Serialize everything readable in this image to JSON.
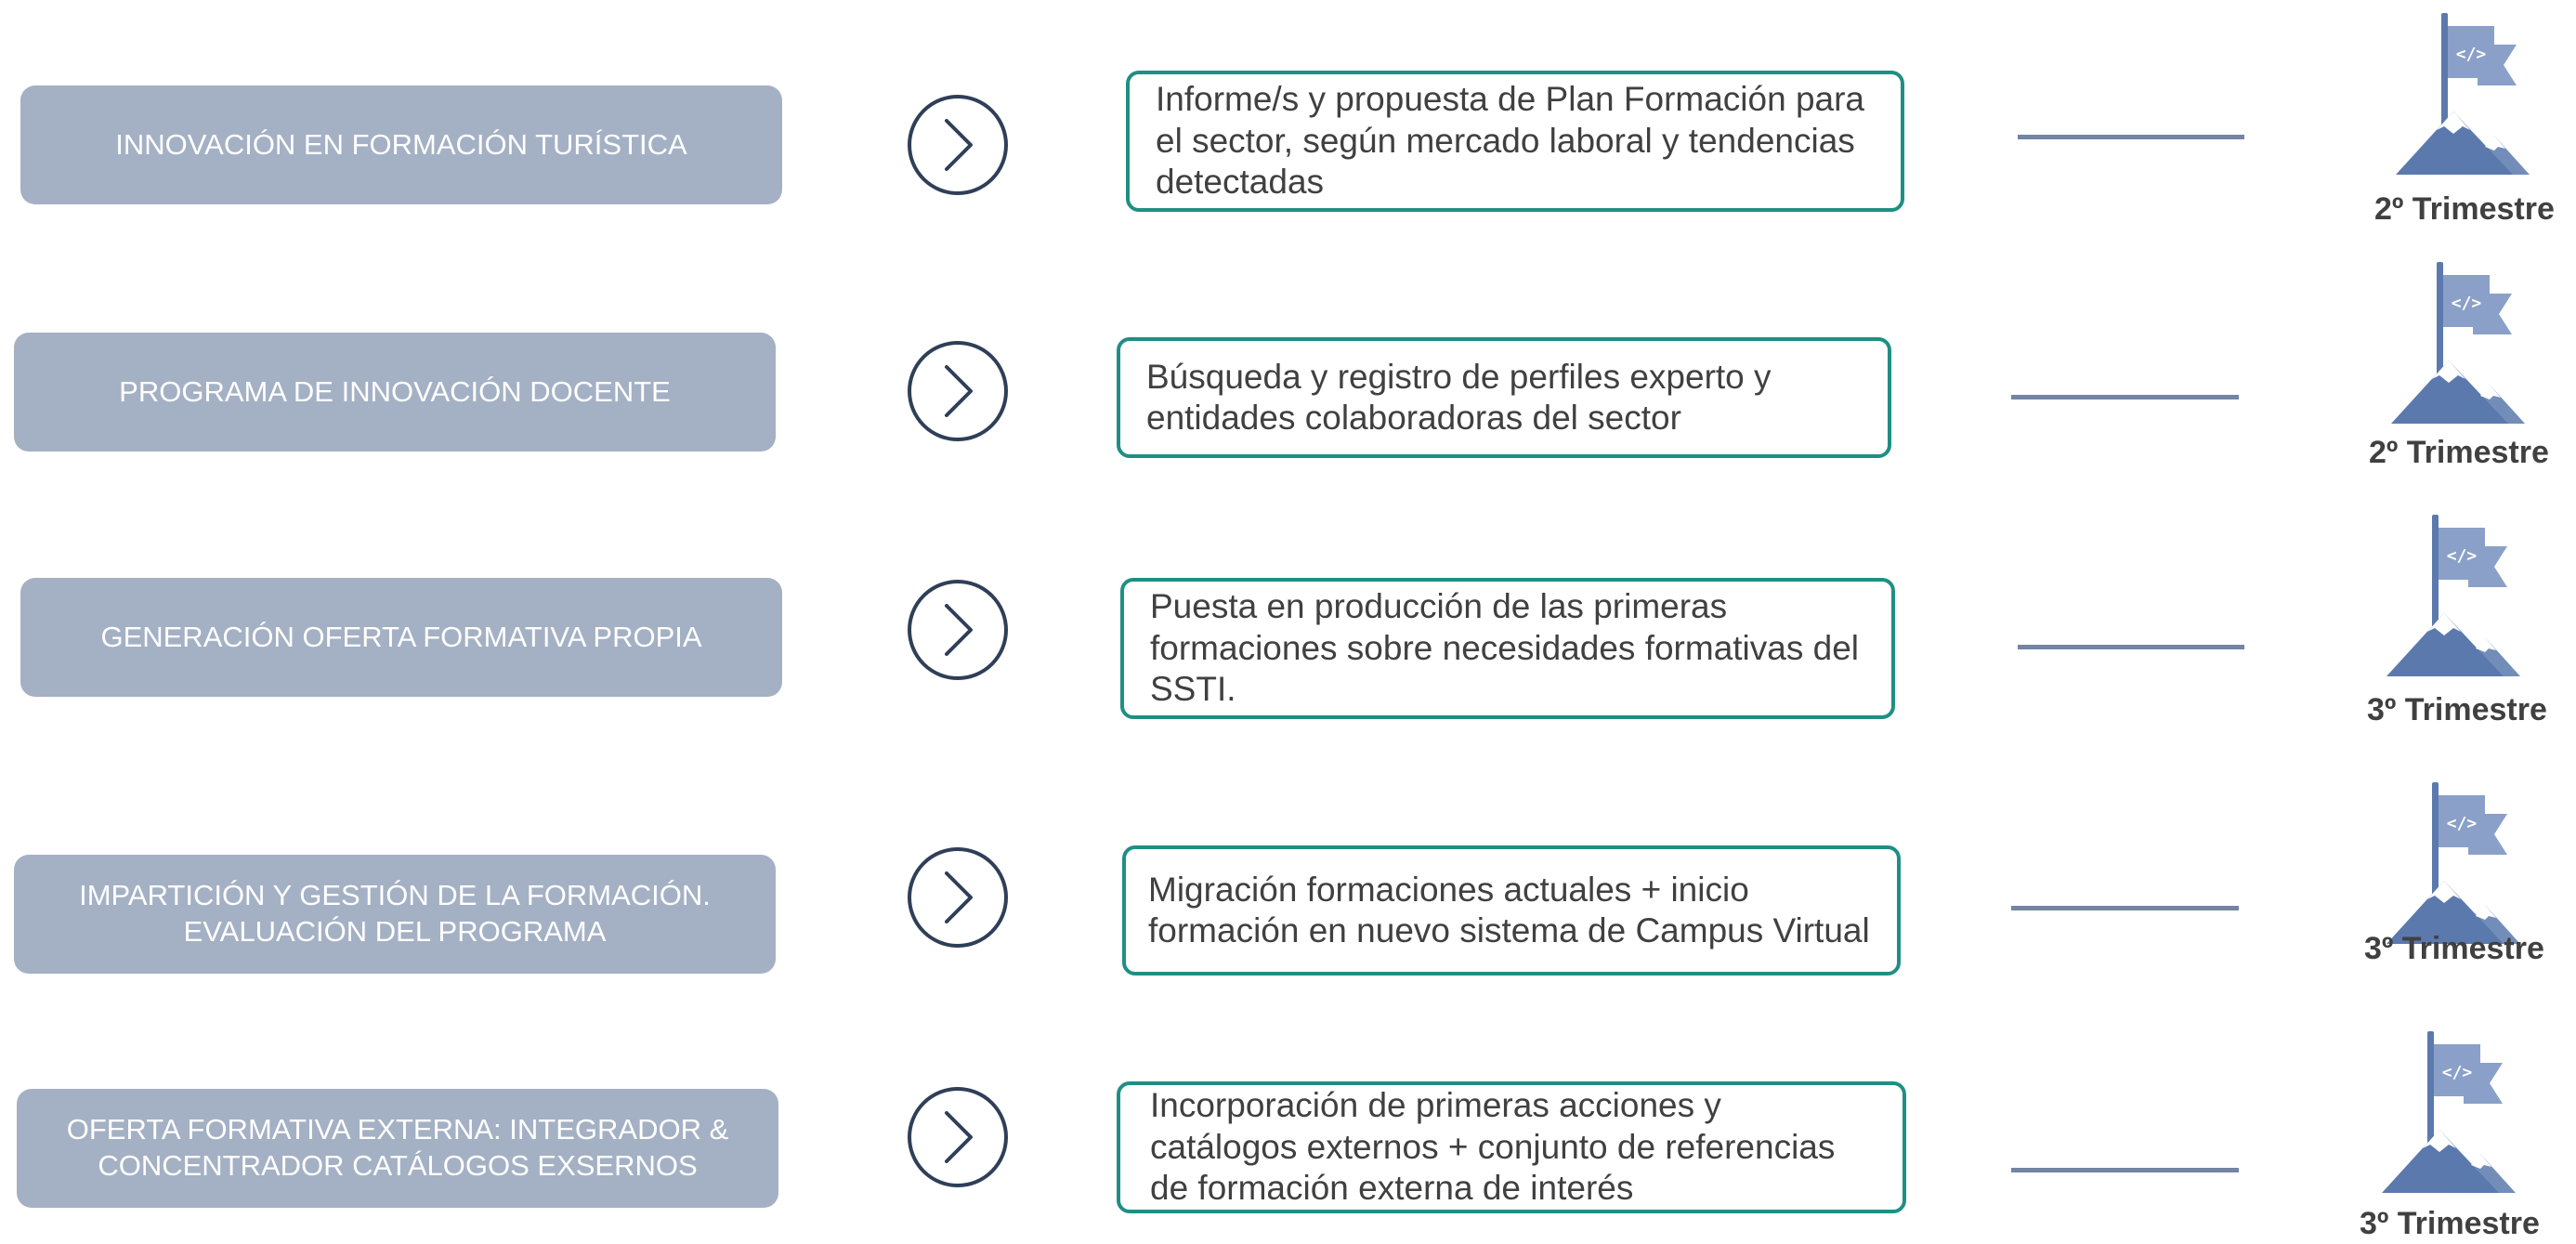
{
  "colors": {
    "phase_fill": "#a4b0c4",
    "deliverable_border": "#1f8f83",
    "connector": "#7384a4",
    "chevron": "#2f3f58",
    "milestone_light": "#8aa0c8",
    "milestone_dark": "#5b79ad"
  },
  "rows": [
    {
      "phase": "INNOVACIÓN EN FORMACIÓN TURÍSTICA",
      "deliverable": "Informe/s  y propuesta de Plan Formación para el sector, según mercado laboral y tendencias detectadas",
      "quarter": "2º Trimestre",
      "milestone_icon": "mountain-flag-code-icon"
    },
    {
      "phase": "PROGRAMA DE INNOVACIÓN DOCENTE",
      "deliverable": "Búsqueda y registro de perfiles experto y entidades colaboradoras del sector",
      "quarter": "2º Trimestre",
      "milestone_icon": "mountain-flag-code-icon"
    },
    {
      "phase": "GENERACIÓN  OFERTA FORMATIVA PROPIA",
      "deliverable": "Puesta en producción de las primeras formaciones sobre necesidades formativas del SSTI.",
      "quarter": "3º Trimestre",
      "milestone_icon": "mountain-flag-code-icon"
    },
    {
      "phase": "IMPARTICIÓN Y GESTIÓN DE LA FORMACIÓN. EVALUACIÓN DEL PROGRAMA",
      "deliverable": "Migración formaciones actuales + inicio formación en nuevo sistema de Campus Virtual",
      "quarter": "3º Trimestre",
      "milestone_icon": "mountain-flag-code-icon"
    },
    {
      "phase": "OFERTA FORMATIVA EXTERNA: INTEGRADOR & CONCENTRADOR CATÁLOGOS EXSERNOS",
      "deliverable": "Incorporación de primeras acciones y catálogos externos + conjunto de referencias de formación externa de interés",
      "quarter": "3º Trimestre",
      "milestone_icon": "mountain-flag-code-icon"
    }
  ]
}
